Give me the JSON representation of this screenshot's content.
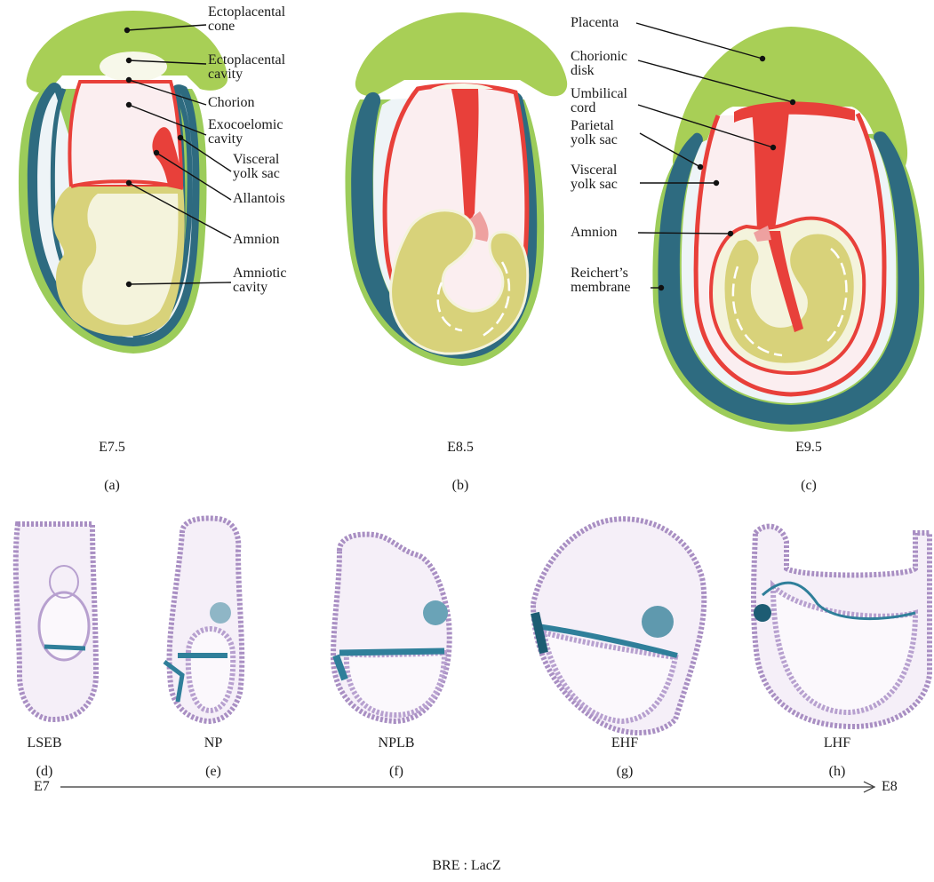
{
  "panel_a": {
    "stage": "E7.5",
    "panel_letter": "(a)",
    "labels": {
      "ectoplacental_cone": [
        "Ectoplacental",
        "cone"
      ],
      "ectoplacental_cavity": [
        "Ectoplacental",
        "cavity"
      ],
      "chorion": [
        "Chorion"
      ],
      "exocoelomic_cavity": [
        "Exocoelomic",
        "cavity"
      ],
      "visceral_yolk_sac": [
        "Visceral",
        "yolk sac"
      ],
      "allantois": [
        "Allantois"
      ],
      "amnion": [
        "Amnion"
      ],
      "amniotic_cavity": [
        "Amniotic",
        "cavity"
      ]
    }
  },
  "panel_b": {
    "stage": "E8.5",
    "panel_letter": "(b)"
  },
  "panel_c": {
    "stage": "E9.5",
    "panel_letter": "(c)",
    "labels": {
      "placenta": [
        "Placenta"
      ],
      "chorionic_disk": [
        "Chorionic",
        "disk"
      ],
      "umbilical_cord": [
        "Umbilical",
        "cord"
      ],
      "parietal_yolk_sac": [
        "Parietal",
        "yolk sac"
      ],
      "visceral_yolk_sac": [
        "Visceral",
        "yolk sac"
      ],
      "amnion": [
        "Amnion"
      ],
      "reicherts_membrane": [
        "Reichert’s",
        "membrane"
      ]
    }
  },
  "sections": [
    {
      "stage": "LSEB",
      "letter": "(d)"
    },
    {
      "stage": "NP",
      "letter": "(e)"
    },
    {
      "stage": "NPLB",
      "letter": "(f)"
    },
    {
      "stage": "EHF",
      "letter": "(g)"
    },
    {
      "stage": "LHF",
      "letter": "(h)"
    }
  ],
  "timeline": {
    "start": "E7",
    "end": "E8"
  },
  "bottom_caption": "BRE : LacZ",
  "colors": {
    "placenta_green": "#a8cf56",
    "outer_green": "#9ccc5a",
    "trophoblast_blue": "#2e6b80",
    "yolk_sac_fill": "#eef4f7",
    "membrane_red": "#e8403a",
    "exocoelom_pink": "#fbeef0",
    "embryo_yellow": "#d8d27a",
    "amnion_pale": "#f4f3dc",
    "stain_blue": "#2f7f9a",
    "tissue_purple": "#a98fc3"
  }
}
